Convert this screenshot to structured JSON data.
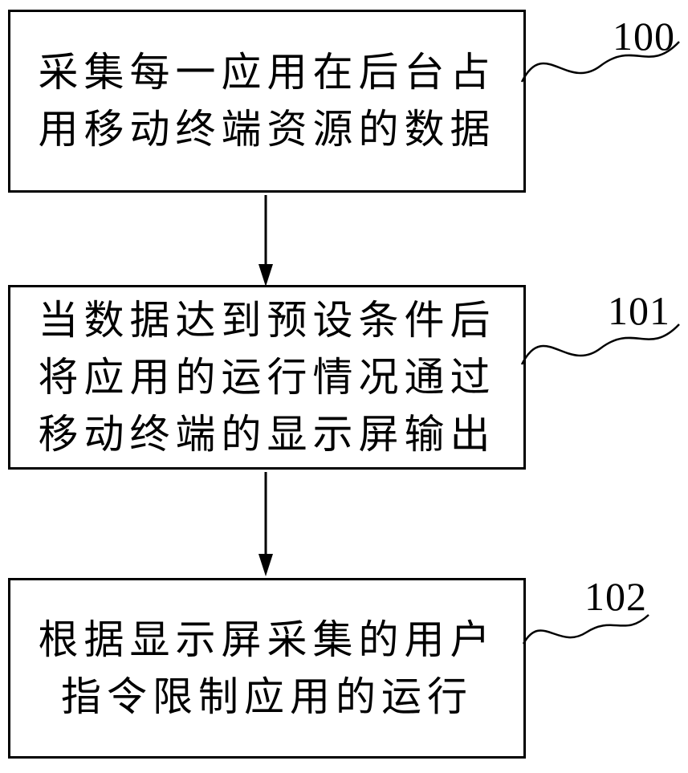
{
  "diagram": {
    "type": "flowchart",
    "background_color": "#ffffff",
    "stroke_color": "#000000",
    "steps": [
      {
        "id": "100",
        "lines": [
          "采集每一应用在后台占",
          "用移动终端资源的数据"
        ]
      },
      {
        "id": "101",
        "lines": [
          "当数据达到预设条件后",
          "将应用的运行情况通过",
          "移动终端的显示屏输出"
        ]
      },
      {
        "id": "102",
        "lines": [
          "根据显示屏采集的用户",
          "指令限制应用的运行"
        ]
      }
    ],
    "connectors": [
      {
        "from": "100",
        "to": "101",
        "style": "arrow-down"
      },
      {
        "from": "101",
        "to": "102",
        "style": "arrow-down"
      }
    ]
  }
}
